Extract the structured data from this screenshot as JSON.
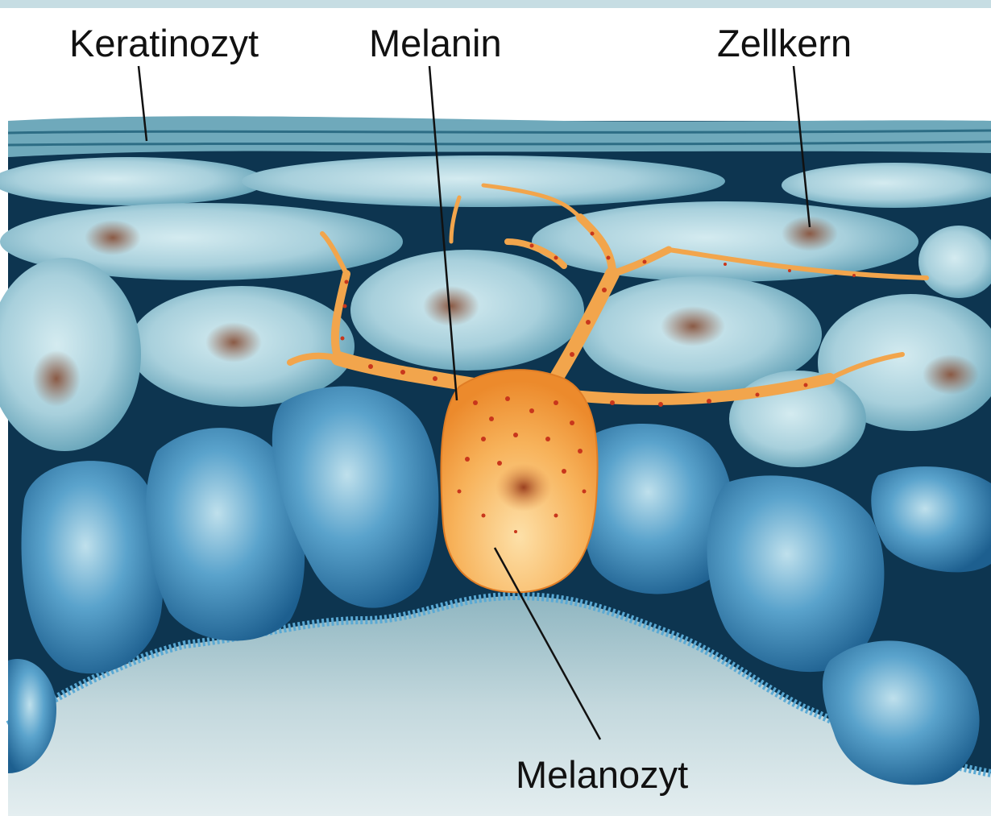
{
  "labels": {
    "keratinocyte": "Keratinozyt",
    "melanin": "Melanin",
    "nucleus": "Zellkern",
    "melanocyte": "Melanozyt"
  },
  "colors": {
    "background": "#ffffff",
    "top_band": "#c6dde3",
    "tissue_dark": "#0d3550",
    "upper_cells": "#9fc9d6",
    "basal_cells": "#2f7fae",
    "melanocyte": "#f5a24a",
    "melanin_granules": "#c8361c",
    "nuclei": "#a8735a",
    "dermis": "#b9d2d8",
    "basement_membrane": "#5aa9d4"
  }
}
